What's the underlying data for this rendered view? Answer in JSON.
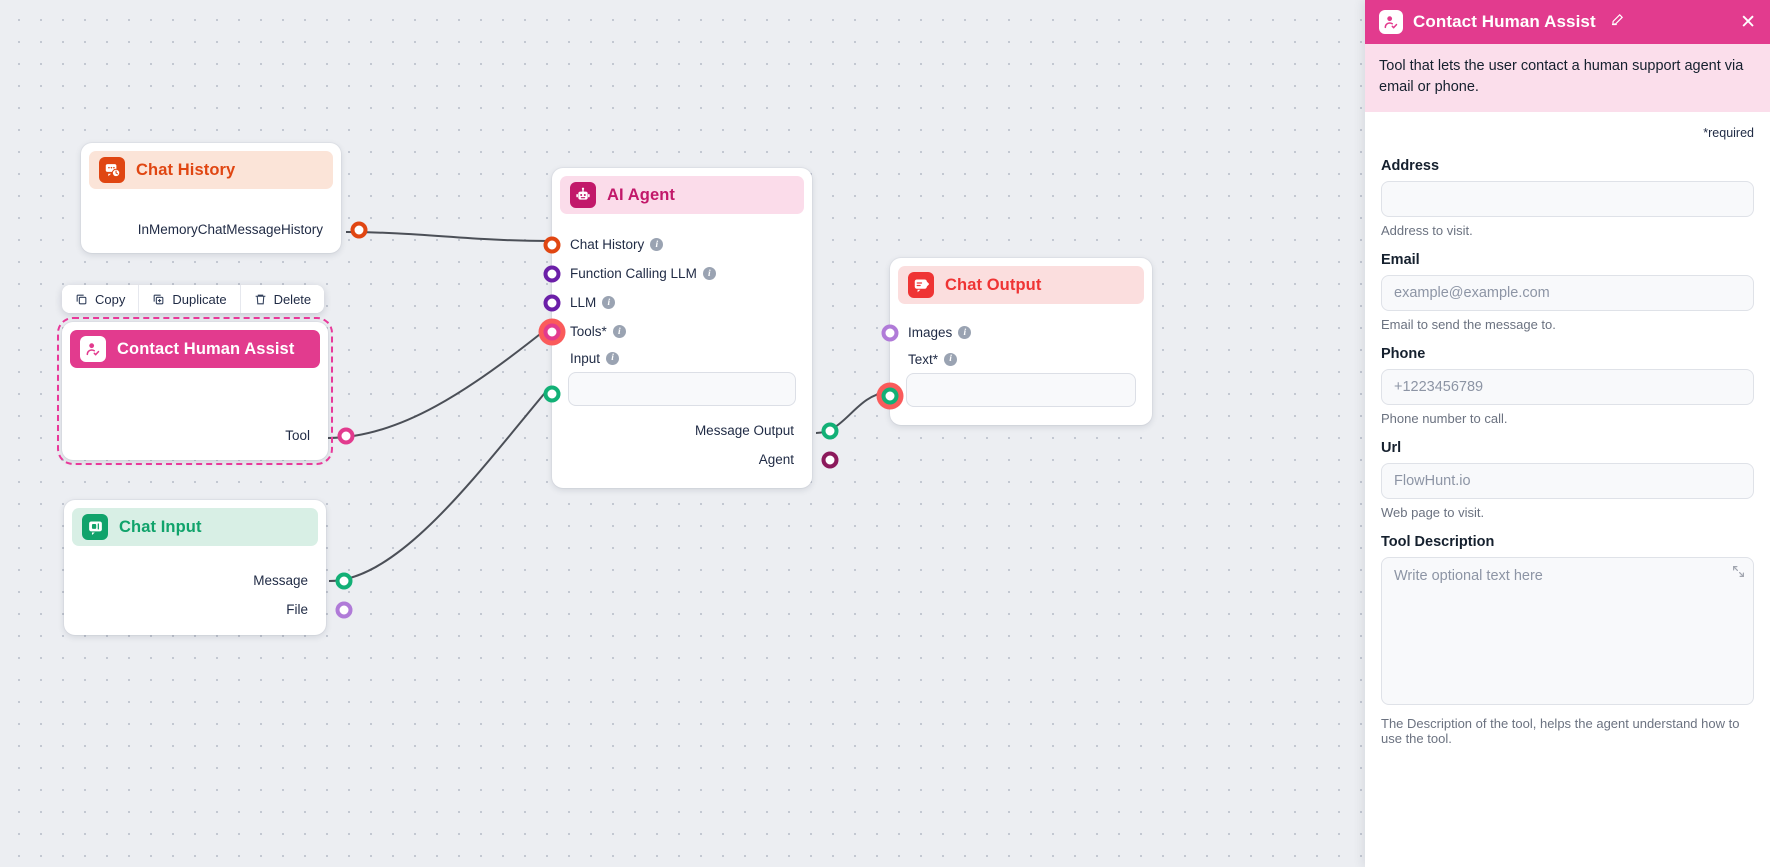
{
  "canvas": {
    "nodes": [
      {
        "id": "chat-history",
        "title": "Chat History",
        "icon": "chat-history-icon",
        "accent": "#e04612",
        "head_bg": "#fbe4d8",
        "ports": [
          {
            "label": "InMemoryChatMessageHistory",
            "side": "right",
            "color": "#e04612"
          }
        ]
      },
      {
        "id": "contact-human-assist",
        "title": "Contact Human Assist",
        "icon": "person-check-icon",
        "accent": "#ffffff",
        "head_bg": "#e23b8e",
        "ports": [
          {
            "label": "Tool",
            "side": "right",
            "color": "#e23b8e"
          }
        ]
      },
      {
        "id": "chat-input",
        "title": "Chat Input",
        "icon": "chat-input-icon",
        "accent": "#10a36b",
        "head_bg": "#d8efe5",
        "ports": [
          {
            "label": "Message",
            "side": "right",
            "color": "#12b076"
          },
          {
            "label": "File",
            "side": "right",
            "color": "#b07bd8"
          }
        ]
      },
      {
        "id": "ai-agent",
        "title": "AI Agent",
        "icon": "robot-icon",
        "accent": "#c2186a",
        "head_bg": "#fbdcea",
        "ports": [
          {
            "label": "Chat History",
            "side": "left",
            "color": "#e04612",
            "info": true
          },
          {
            "label": "Function Calling LLM",
            "side": "left",
            "color": "#6b1fa8",
            "info": true
          },
          {
            "label": "LLM",
            "side": "left",
            "color": "#6b1fa8",
            "info": true
          },
          {
            "label": "Tools*",
            "side": "left",
            "color": "#e23b8e",
            "info": true,
            "highlight": true
          },
          {
            "label": "Input",
            "side": "left",
            "color": "#12b076",
            "info": true,
            "is_field": true
          },
          {
            "label": "Message Output",
            "side": "right",
            "color": "#12b076"
          },
          {
            "label": "Agent",
            "side": "right",
            "color": "#8c1a5c"
          }
        ]
      },
      {
        "id": "chat-output",
        "title": "Chat Output",
        "icon": "chat-output-icon",
        "accent": "#ef3434",
        "head_bg": "#fbdede",
        "ports": [
          {
            "label": "Images",
            "side": "left",
            "color": "#b07bd8",
            "info": true
          },
          {
            "label": "Text*",
            "side": "left",
            "color": "#12b076",
            "info": true,
            "is_field": true,
            "highlight": true
          }
        ]
      }
    ],
    "context_menu": {
      "items": [
        {
          "label": "Copy",
          "icon": "copy-icon"
        },
        {
          "label": "Duplicate",
          "icon": "duplicate-icon"
        },
        {
          "label": "Delete",
          "icon": "trash-icon"
        }
      ]
    }
  },
  "panel": {
    "title": "Contact Human Assist",
    "icon": "person-check-icon",
    "edit_icon": "pencil-icon",
    "close_icon": "close-icon",
    "description": "Tool that lets the user contact a human support agent via email or phone.",
    "required_note": "*required",
    "accent": "#e23b8e",
    "fields": [
      {
        "label": "Address",
        "value": "",
        "placeholder": "",
        "hint": "Address to visit.",
        "type": "text",
        "name": "address"
      },
      {
        "label": "Email",
        "value": "",
        "placeholder": "example@example.com",
        "hint": "Email to send the message to.",
        "type": "text",
        "name": "email"
      },
      {
        "label": "Phone",
        "value": "",
        "placeholder": "+1223456789",
        "hint": "Phone number to call.",
        "type": "text",
        "name": "phone"
      },
      {
        "label": "Url",
        "value": "",
        "placeholder": "FlowHunt.io",
        "hint": "Web page to visit.",
        "type": "text",
        "name": "url"
      },
      {
        "label": "Tool Description",
        "value": "",
        "placeholder": "Write optional text here",
        "hint": "The Description of the tool, helps the agent understand how to use the tool.",
        "type": "textarea",
        "name": "tool-description"
      }
    ]
  }
}
